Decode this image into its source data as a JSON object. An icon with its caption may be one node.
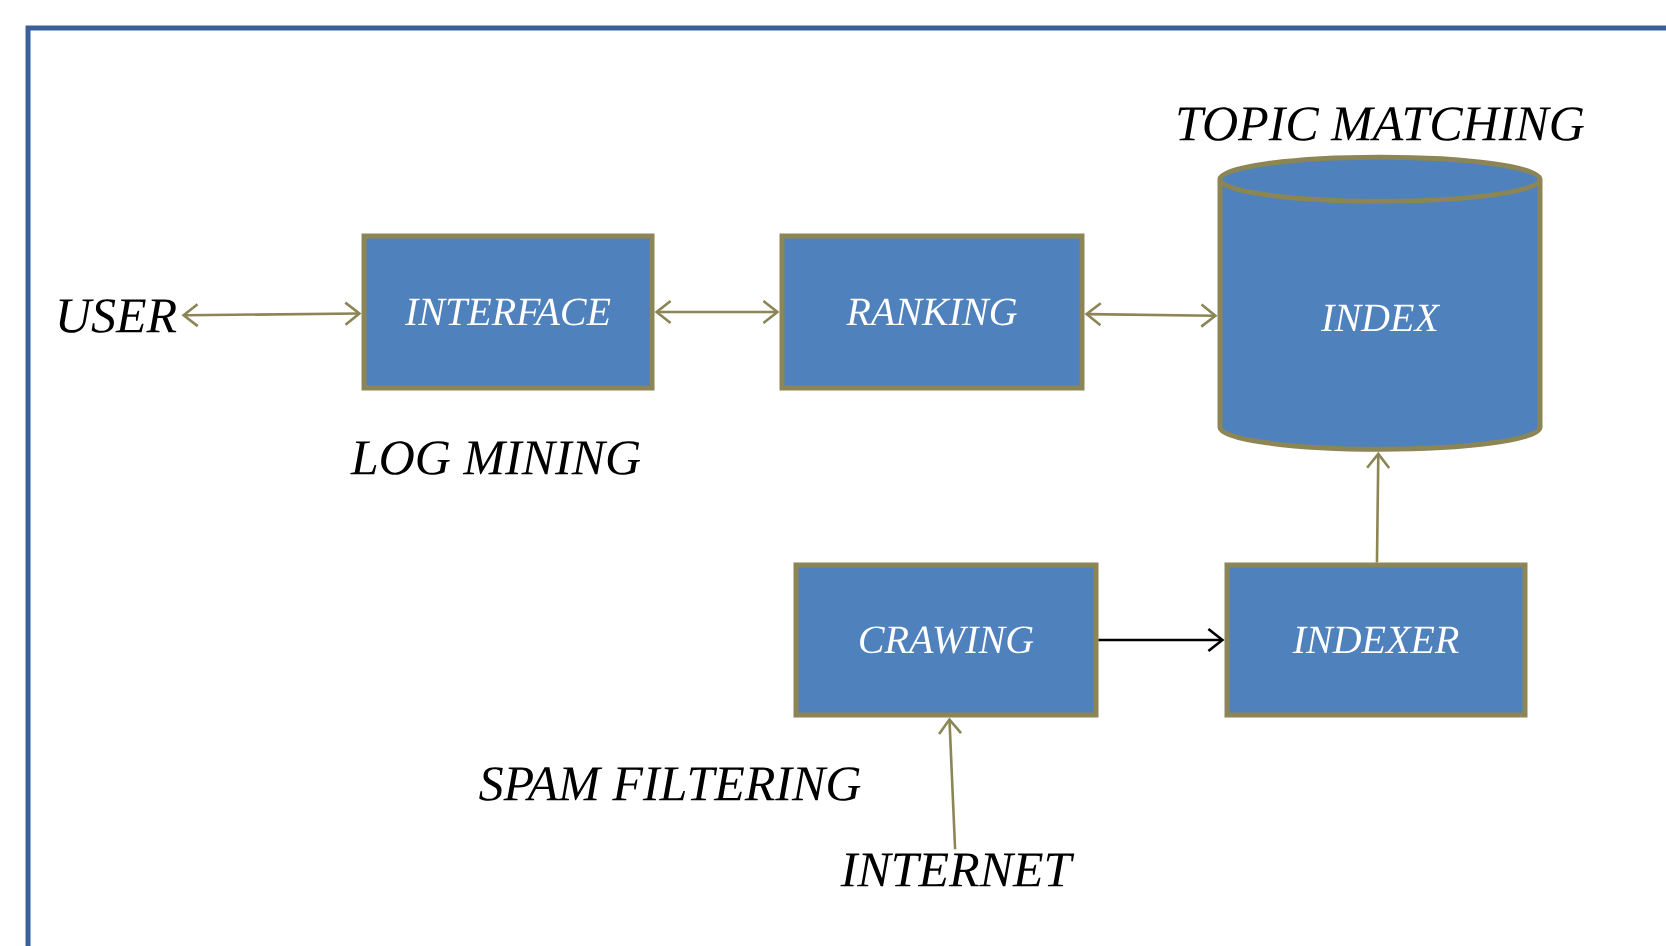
{
  "diagram": {
    "nodes": [
      {
        "text": [
          "USER"
        ]
      },
      {
        "text": [
          "INTERFACE"
        ]
      },
      {
        "text": [
          "RANKING"
        ]
      },
      {
        "text": [
          "INDEX"
        ]
      },
      {
        "text": [
          "CRAWING"
        ]
      },
      {
        "text": [
          "INDEXER"
        ]
      },
      {
        "text": [
          "INTERNET"
        ]
      }
    ],
    "edges": [
      {
        "from": 0,
        "to": 1,
        "arrow": "both"
      },
      {
        "from": 1,
        "to": 2,
        "arrow": "both"
      },
      {
        "from": 2,
        "to": 3,
        "arrow": "both"
      },
      {
        "from": 4,
        "to": 5,
        "arrow": "to",
        "color": "#000000"
      },
      {
        "from": 5,
        "to": 3,
        "arrow": "to"
      },
      {
        "from": 6,
        "to": 4,
        "arrow": "to"
      }
    ],
    "labels": [
      "TOPIC MATCHING",
      "LOG MINING",
      "SPAM FILTERING"
    ]
  }
}
